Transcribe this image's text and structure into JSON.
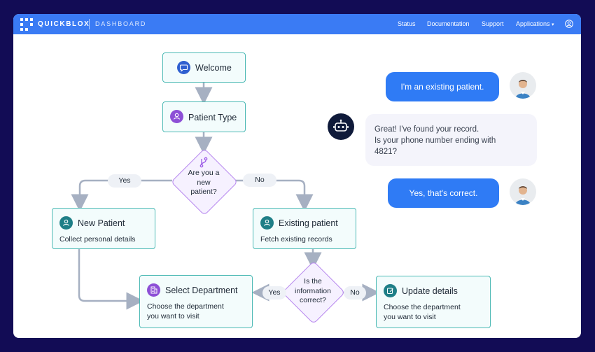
{
  "header": {
    "brand": "QUICKBLOX",
    "section": "DASHBOARD",
    "nav": [
      "Status",
      "Documentation",
      "Support",
      "Applications"
    ]
  },
  "flow": {
    "welcome": "Welcome",
    "patient_type": "Patient Type",
    "decision_new": [
      "Are you a",
      "new",
      "patient?"
    ],
    "yes": "Yes",
    "no": "No",
    "new_patient": {
      "title": "New Patient",
      "sub": "Collect personal details"
    },
    "existing_patient": {
      "title": "Existing patient",
      "sub": "Fetch existing records"
    },
    "decision_correct": [
      "Is the",
      "information",
      "correct?"
    ],
    "yes2": "Yes",
    "no2": "No",
    "select_department": {
      "title": "Select Department",
      "sub1": "Choose the department",
      "sub2": "you want to visit"
    },
    "update_details": {
      "title": "Update details",
      "sub1": "Choose the department",
      "sub2": "you want to visit"
    }
  },
  "chat": {
    "msg1": "I'm an existing patient.",
    "msg2_l1": "Great! I've found your record.",
    "msg2_l2": "Is your phone number ending with",
    "msg2_l3": "4821?",
    "msg3": "Yes, that's correct."
  },
  "colors": {
    "outer_bg": "#120c55",
    "topbar": "#3a7bf4",
    "node_border": "#4bb9b4",
    "icon_teal": "#1e7f87",
    "icon_purple": "#8d4fd6",
    "icon_blue": "#2f5fd0",
    "user_bubble": "#2f7bf5",
    "arrow": "#a6b0c2"
  }
}
